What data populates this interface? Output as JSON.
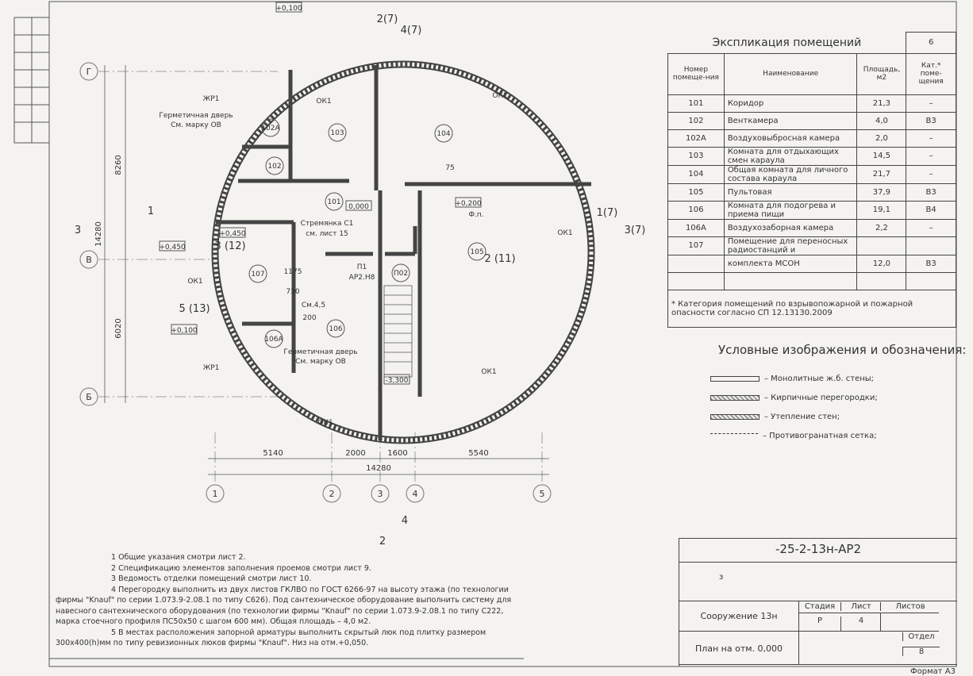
{
  "explication": {
    "title": "Экспликация помещений",
    "sheet_tag": "6",
    "headers": [
      "Номер помеще-ния",
      "Наименование",
      "Площадь, м2",
      "Кат.* поме-щения"
    ],
    "rows": [
      [
        "101",
        "Коридор",
        "21,3",
        "–"
      ],
      [
        "102",
        "Венткамера",
        "4,0",
        "В3"
      ],
      [
        "102А",
        "Воздуховыбросная камера",
        "2,0",
        "–"
      ],
      [
        "103",
        "Комната для отдыхающих смен караула",
        "14,5",
        "–"
      ],
      [
        "104",
        "Общая комната для личного состава караула",
        "21,7",
        "–"
      ],
      [
        "105",
        "Пультовая",
        "37,9",
        "В3"
      ],
      [
        "106",
        "Комната для подогрева и приема пищи",
        "19,1",
        "В4"
      ],
      [
        "106А",
        "Воздухозаборная камера",
        "2,2",
        "–"
      ],
      [
        "107",
        "Помещение для переносных радиостанций и",
        "",
        ""
      ],
      [
        "",
        "комплекта МСОН",
        "12,0",
        "В3"
      ],
      [
        "",
        "",
        "",
        ""
      ]
    ],
    "footnote": "* Категория помещений по взрывопожарной и пожарной опасности согласно СП 12.13130.2009"
  },
  "legend": {
    "title": "Условные изображения и обозначения:",
    "items": [
      "– Монолитные ж.б. стены;",
      "– Кирпичные перегородки;",
      "– Утепление стен;",
      "– Противогранатная сетка;"
    ]
  },
  "notes": [
    "1 Общие указания смотри лист 2.",
    "2 Спецификацию элементов заполнения проемов смотри лист 9.",
    "3 Ведомость отделки помещений смотри лист 10.",
    "4 Перегородку выполнить из двух листов ГКЛВО по ГОСТ 6266-97 на высоту этажа (по технологии фирмы \"Knauf\" по серии 1.073.9-2.08.1 по типу С626). Под сантехническое оборудование выполнить систему для навесного сантехнического оборудования (по технологии фирмы \"Knauf\" по серии 1.073.9-2.08.1 по типу С222, марка стоечного профиля ПС50х50 с шагом 600 мм). Общая площадь – 4,0 м2.",
    "5 В местах расположения запорной арматуры выполнить скрытый люк под плитку размером 300х400(h)мм по типу ревизионных люков фирмы \"Knauf\". Низ на отм.+0,050."
  ],
  "title_block": {
    "code": "-25-2-13н-АР2",
    "structure": "Сооружение 13н",
    "sheet_title": "План на отм. 0,000",
    "stage_label": "Стадия",
    "stage": "Р",
    "sheet_label": "Лист",
    "sheet": "4",
    "sheets_label": "Листов",
    "sheets": "",
    "dept_label": "Отдел",
    "dept": "8",
    "format": "Формат А3",
    "stray": "з"
  },
  "plan": {
    "axes_v": [
      "1",
      "2",
      "3",
      "4",
      "5"
    ],
    "axes_h": [
      "Г",
      "В",
      "Б"
    ],
    "dims_bottom": [
      "5140",
      "2000",
      "1600",
      "5540"
    ],
    "dim_total": "14280",
    "dims_left": [
      "8260",
      "6020"
    ],
    "dim_left_total": "14280",
    "rooms": [
      [
        "102А",
        341,
        164
      ],
      [
        "103",
        425,
        170
      ],
      [
        "104",
        559,
        171
      ],
      [
        "102",
        346,
        212
      ],
      [
        "101",
        421,
        257
      ],
      [
        "105",
        601,
        320
      ],
      [
        "107",
        325,
        348
      ],
      [
        "106",
        423,
        417
      ],
      [
        "106А",
        345,
        430
      ],
      [
        "П02",
        505,
        347
      ]
    ],
    "levels": [
      [
        "+0,100",
        364,
        12
      ],
      [
        "0,000",
        452,
        262
      ],
      [
        "+0,200",
        590,
        258
      ],
      [
        "+0,450",
        293,
        296
      ],
      [
        "+0,450",
        217,
        313
      ],
      [
        "+0,100",
        232,
        418
      ],
      [
        "-3,300",
        500,
        481
      ]
    ],
    "labels": [
      [
        "ОК1",
        408,
        130
      ],
      [
        "ОК1",
        630,
        123
      ],
      [
        "ОК1",
        712,
        296
      ],
      [
        "ОК1",
        246,
        357
      ],
      [
        "ОК1",
        616,
        471
      ],
      [
        "ОК1",
        410,
        535
      ],
      [
        "ЖР1",
        266,
        127
      ],
      [
        "ЖР1",
        266,
        466
      ],
      [
        "Герметичная дверь",
        247,
        148
      ],
      [
        "См. марку ОВ",
        247,
        160
      ],
      [
        "Герметичная дверь",
        404,
        446
      ],
      [
        "См. марку ОВ",
        404,
        458
      ],
      [
        "Стремянка С1",
        412,
        284
      ],
      [
        "см. лист 15",
        412,
        297
      ],
      [
        "П1",
        456,
        339
      ],
      [
        "АР2.Н8",
        456,
        352
      ],
      [
        "См.4,5",
        395,
        387
      ],
      [
        "200",
        390,
        403
      ],
      [
        "Ф.п.",
        600,
        273
      ],
      [
        "75",
        567,
        214
      ],
      [
        "1175",
        369,
        345
      ],
      [
        "730",
        369,
        370
      ],
      [
        "3 (12)",
        290,
        314
      ],
      [
        "5 (13)",
        245,
        393
      ],
      [
        "2 (11)",
        630,
        330
      ],
      [
        "2(7)",
        488,
        28
      ],
      [
        "4(7)",
        518,
        42
      ],
      [
        "1",
        190,
        270
      ],
      [
        "3",
        98,
        294
      ],
      [
        "1(7)",
        765,
        272
      ],
      [
        "3(7)",
        800,
        294
      ],
      [
        "4",
        510,
        660
      ],
      [
        "2",
        482,
        686
      ]
    ]
  }
}
